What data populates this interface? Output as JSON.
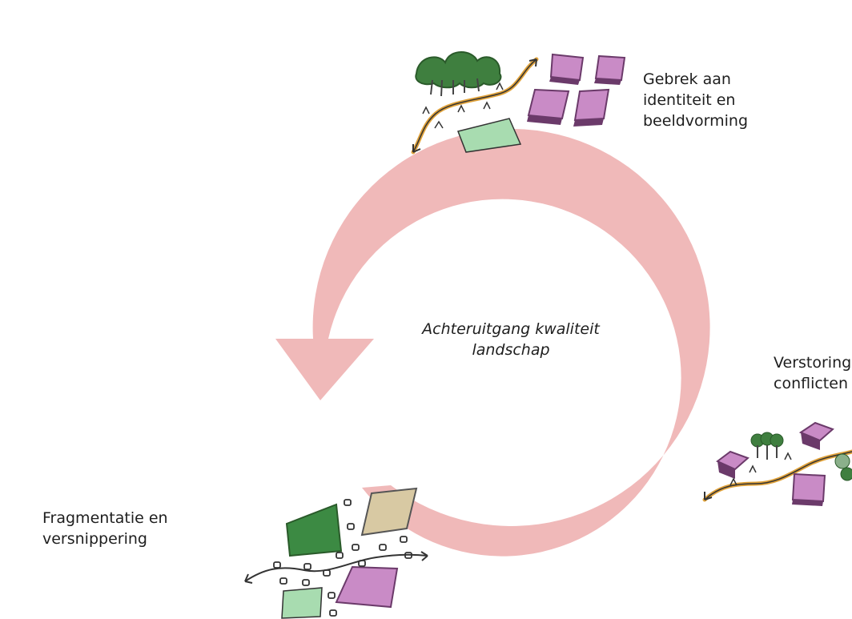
{
  "center_label": "Achteruitgang kwaliteit\nlandschap",
  "labels": {
    "top_right": "Gebrek aan\nidentiteit en\nbeeldvorming",
    "right": "Verstoring\nconflicten",
    "bottom_left": "Fragmentatie en\nversnippering"
  },
  "colors": {
    "cycle_arrow": "#f0b9b9",
    "buildings": "#c98bc6",
    "building_edge": "#6b3a6a",
    "trees": "#3f7f3f",
    "road": "#e0a23a",
    "meadow": "#a8dcb0",
    "field_dark": "#3c8a43",
    "field_beige": "#d8c9a3"
  }
}
